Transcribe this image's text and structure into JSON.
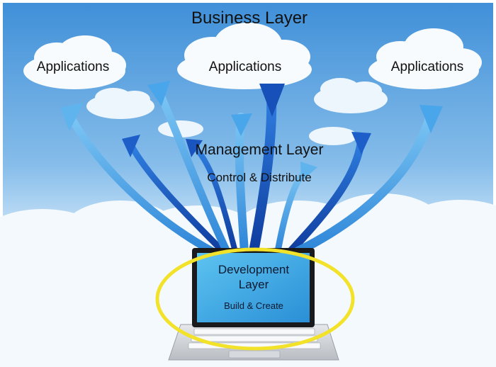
{
  "business_layer": {
    "title": "Business Layer"
  },
  "applications": [
    "Applications",
    "Applications",
    "Applications"
  ],
  "management_layer": {
    "title": "Management Layer",
    "subtitle": "Control & Distribute"
  },
  "development_layer": {
    "title": "Development Layer",
    "subtitle": "Build & Create"
  },
  "colors": {
    "sky_top": "#3f8fd8",
    "sky_bottom": "#cfe6f8",
    "cloud": "#f4f9fd",
    "arrow_dark": "#1650b8",
    "arrow_light": "#4aa6ea",
    "highlight_ring": "#f2e22a",
    "laptop_screen": "#3aa7e3"
  }
}
